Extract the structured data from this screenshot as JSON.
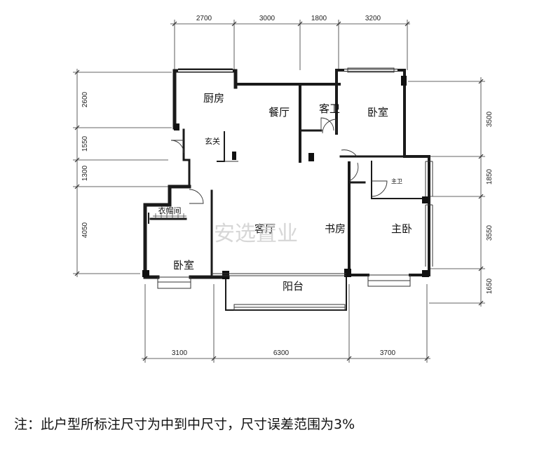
{
  "dimensions": {
    "top": [
      "2700",
      "3000",
      "1800",
      "3200"
    ],
    "bottom": [
      "3100",
      "6300",
      "3700"
    ],
    "left": [
      "2600",
      "1550",
      "1300",
      "4050"
    ],
    "right": [
      "3500",
      "1850",
      "3550",
      "1650"
    ]
  },
  "rooms": {
    "kitchen": "厨房",
    "dining": "餐厅",
    "guest_bath": "客卫",
    "bedroom_ne": "卧室",
    "foyer": "玄关",
    "master_bath": "主卫",
    "cloakroom": "衣帽间",
    "living": "客厅",
    "study": "书房",
    "master_bedroom": "主卧",
    "bedroom_sw": "卧室",
    "balcony": "阳台"
  },
  "watermark": "安选置业",
  "note": "注：此户型所标注尺寸为中到中尺寸，尺寸误差范围为3%"
}
